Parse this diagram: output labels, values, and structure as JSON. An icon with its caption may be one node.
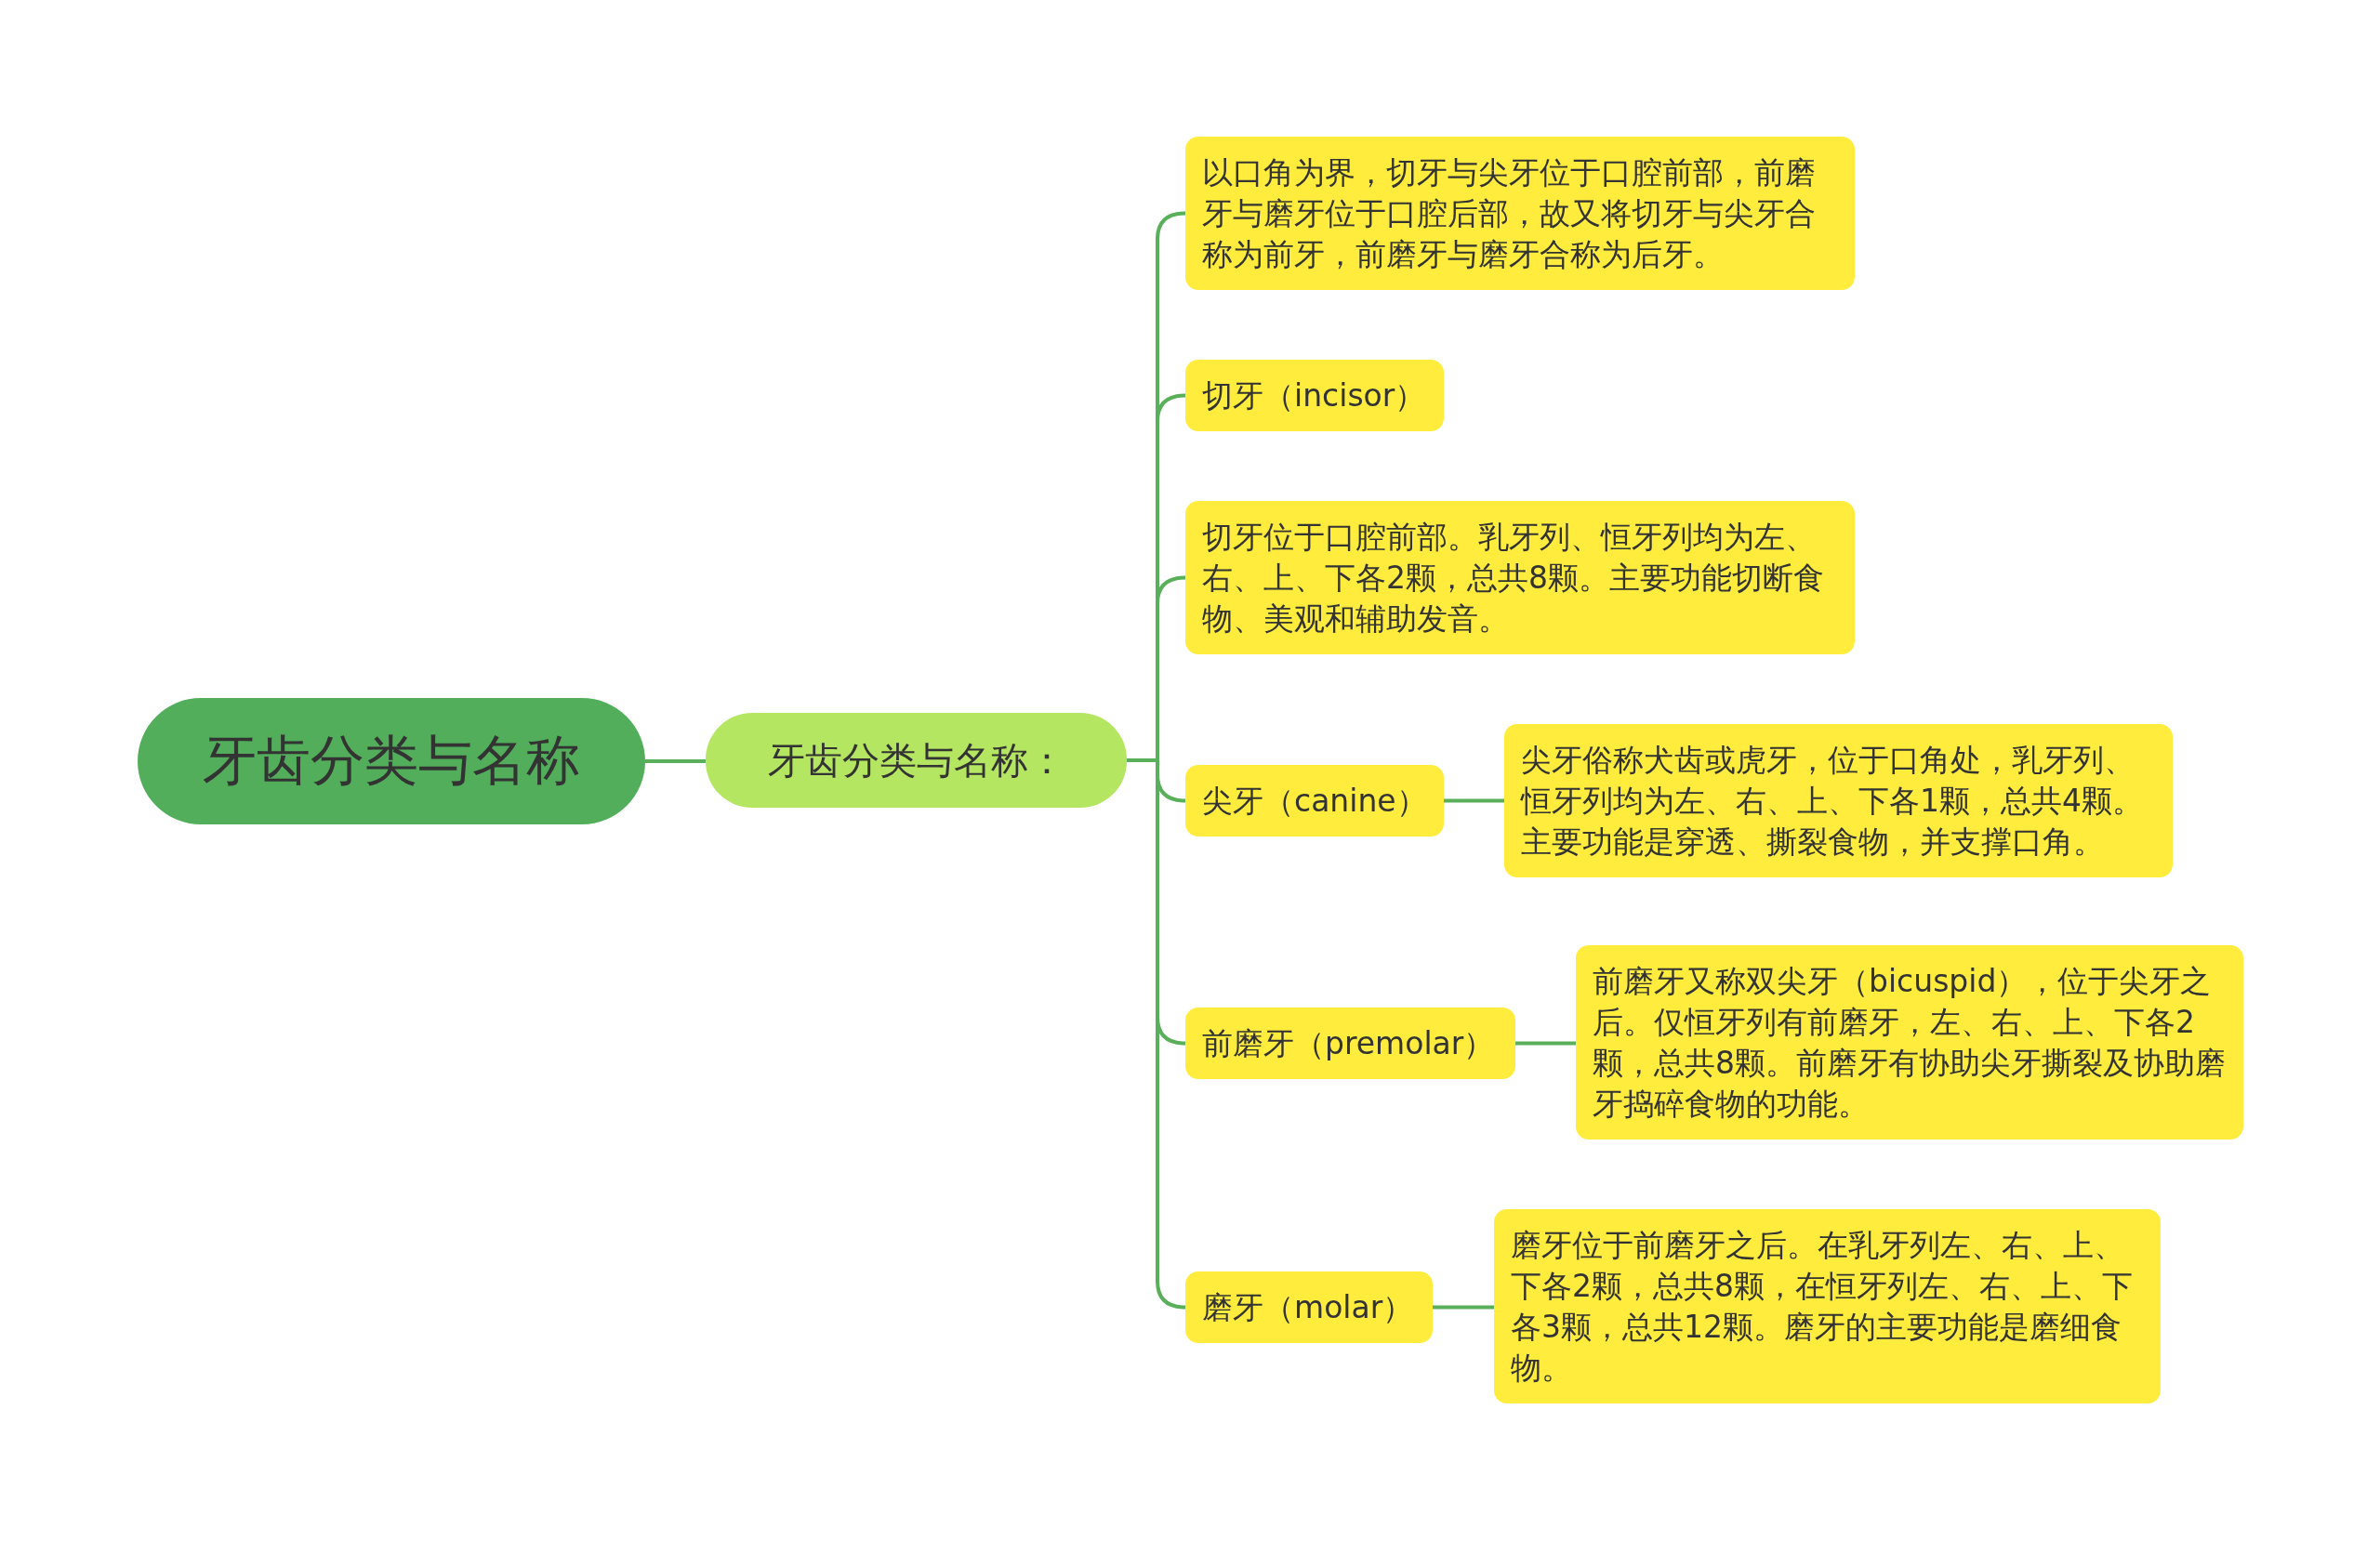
{
  "diagram": {
    "nodes": [
      {
        "text": [
          "牙齿分类与名称"
        ]
      },
      {
        "text": [
          "牙齿分类与名称："
        ]
      },
      {
        "text": [
          "以口角为界，切牙与尖牙位于口腔前部，前磨牙与磨牙位于口腔后部，故又将切牙与尖牙合称为前牙，前磨牙与磨牙合称为后牙。"
        ]
      },
      {
        "text": [
          "切牙（incisor）"
        ]
      },
      {
        "text": [
          "切牙位于口腔前部。乳牙列、恒牙列均为左、右、上、下各2颗，总共8颗。主要功能切断食物、美观和辅助发音。"
        ]
      },
      {
        "text": [
          "尖牙（canine）"
        ]
      },
      {
        "text": [
          "尖牙俗称犬齿或虎牙，位于口角处，乳牙列、恒牙列均为左、右、上、下各1颗，总共4颗。主要功能是穿透、撕裂食物，并支撑口角。"
        ]
      },
      {
        "text": [
          "前磨牙（premolar）"
        ]
      },
      {
        "text": [
          "前磨牙又称双尖牙（bicuspid），位于尖牙之后。仅恒牙列有前磨牙，左、右、上、下各2颗，总共8颗。前磨牙有协助尖牙撕裂及协助磨牙捣碎食物的功能。"
        ]
      },
      {
        "text": [
          "磨牙（molar）"
        ]
      },
      {
        "text": [
          "磨牙位于前磨牙之后。在乳牙列左、右、上、下各2颗，总共8颗，在恒牙列左、右、上、下各3颗，总共12颗。磨牙的主要功能是磨细食物。"
        ]
      }
    ],
    "edges": [
      {
        "from": 0,
        "to": 1,
        "arrow": "none"
      },
      {
        "from": 1,
        "to": 2,
        "arrow": "none"
      },
      {
        "from": 1,
        "to": 3,
        "arrow": "none"
      },
      {
        "from": 1,
        "to": 4,
        "arrow": "none"
      },
      {
        "from": 1,
        "to": 5,
        "arrow": "none"
      },
      {
        "from": 1,
        "to": 7,
        "arrow": "none"
      },
      {
        "from": 1,
        "to": 9,
        "arrow": "none"
      },
      {
        "from": 5,
        "to": 6,
        "arrow": "none"
      },
      {
        "from": 7,
        "to": 8,
        "arrow": "none"
      },
      {
        "from": 9,
        "to": 10,
        "arrow": "none"
      }
    ]
  }
}
